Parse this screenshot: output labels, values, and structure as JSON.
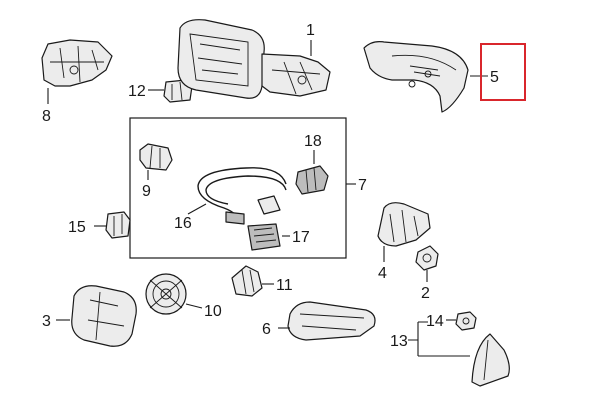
{
  "callouts": {
    "c1": "1",
    "c2": "2",
    "c3": "3",
    "c4": "4",
    "c5": "5",
    "c6": "6",
    "c7": "7",
    "c8": "8",
    "c9": "9",
    "c10": "10",
    "c11": "11",
    "c12": "12",
    "c13": "13",
    "c14": "14",
    "c15": "15",
    "c16": "16",
    "c17": "17",
    "c18": "18"
  },
  "highlighted_callout": "5",
  "colors": {
    "highlight": "#d9262c",
    "line": "#1a1a1a"
  }
}
